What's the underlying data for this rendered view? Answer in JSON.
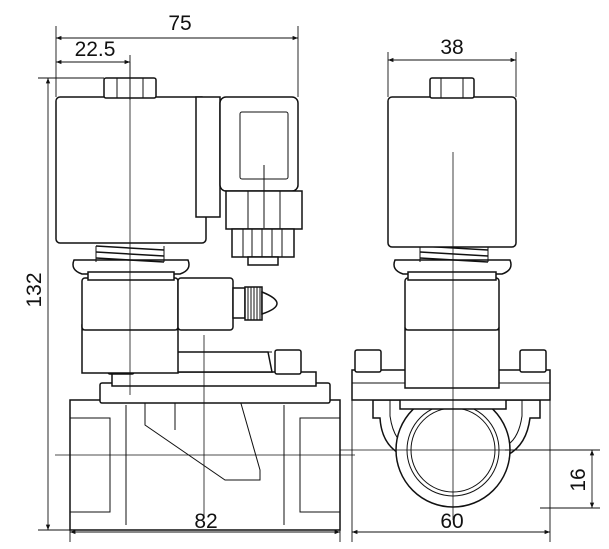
{
  "dimensions": {
    "overall_width": "75",
    "offset": "22.5",
    "coil_width": "38",
    "height": "132",
    "body_length": "82",
    "body_width": "60",
    "port_height": "16"
  }
}
